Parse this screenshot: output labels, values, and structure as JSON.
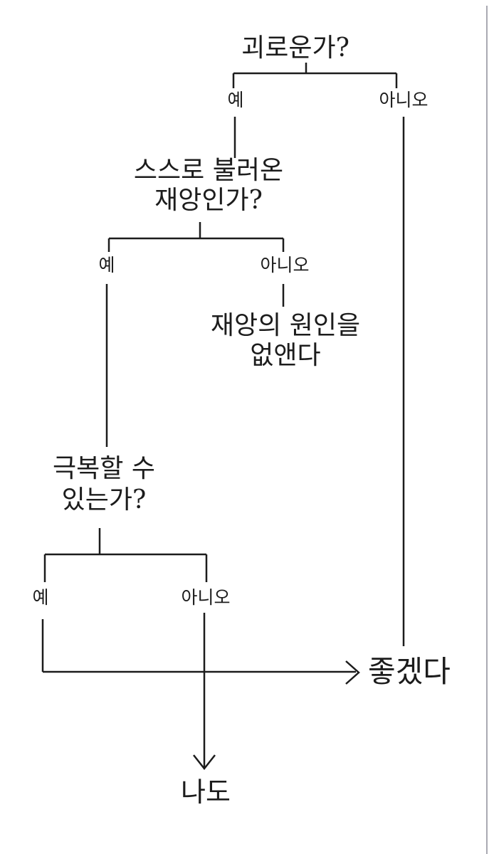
{
  "diagram": {
    "type": "flowchart",
    "language": "ko",
    "nodes": {
      "q1": {
        "text": "괴로운가?"
      },
      "q2": {
        "line1": "스스로 불러온",
        "line2": "재앙인가?"
      },
      "a1": {
        "line1": "재앙의 원인을",
        "line2": "없앤다"
      },
      "q3": {
        "line1": "극복할 수",
        "line2": "있는가?"
      },
      "a2": {
        "text": "좋겠다"
      },
      "a3": {
        "text": "나도"
      }
    },
    "labels": {
      "q1_yes": "예",
      "q1_no": "아니오",
      "q2_yes": "예",
      "q2_no": "아니오",
      "q3_yes": "예",
      "q3_no": "아니오"
    },
    "edges": [
      {
        "from": "괴로운가?",
        "label": "예",
        "to": "스스로 불러온 재앙인가?"
      },
      {
        "from": "괴로운가?",
        "label": "아니오",
        "to": "좋겠다"
      },
      {
        "from": "스스로 불러온 재앙인가?",
        "label": "예",
        "to": "극복할 수 있는가?"
      },
      {
        "from": "스스로 불러온 재앙인가?",
        "label": "아니오",
        "to": "재앙의 원인을 없앤다"
      },
      {
        "from": "극복할 수 있는가?",
        "label": "예",
        "to": "좋겠다"
      },
      {
        "from": "극복할 수 있는가?",
        "label": "아니오",
        "to": "나도"
      }
    ]
  },
  "colors": {
    "background": "#ffffff",
    "line": "#1c1c1c",
    "text": "#1c1c1c",
    "page_edge": "#a9a9b2"
  }
}
